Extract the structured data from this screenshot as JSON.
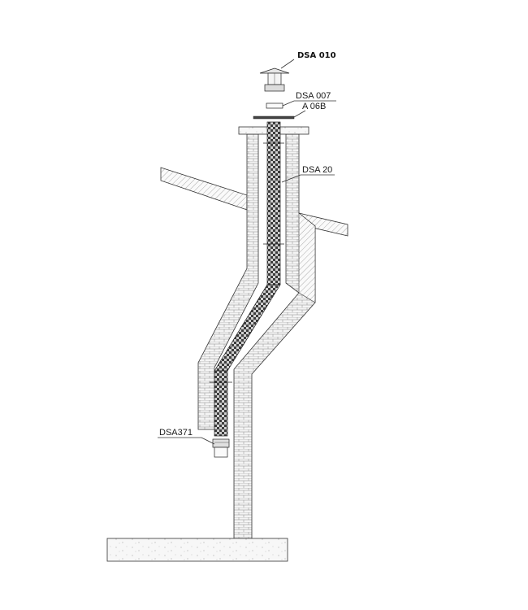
{
  "labels": {
    "cap": "DSA 010",
    "collar": "DSA 007",
    "plate": "A 06B",
    "flue_pipe": "DSA 20",
    "adapter": "DSA371"
  },
  "colors": {
    "line": "#333333",
    "brick_fill": "#f3f3f3",
    "pipe_dark": "#3a3a3a",
    "pipe_light": "#bdbdbd",
    "floor_fill": "#f5f5f5"
  }
}
